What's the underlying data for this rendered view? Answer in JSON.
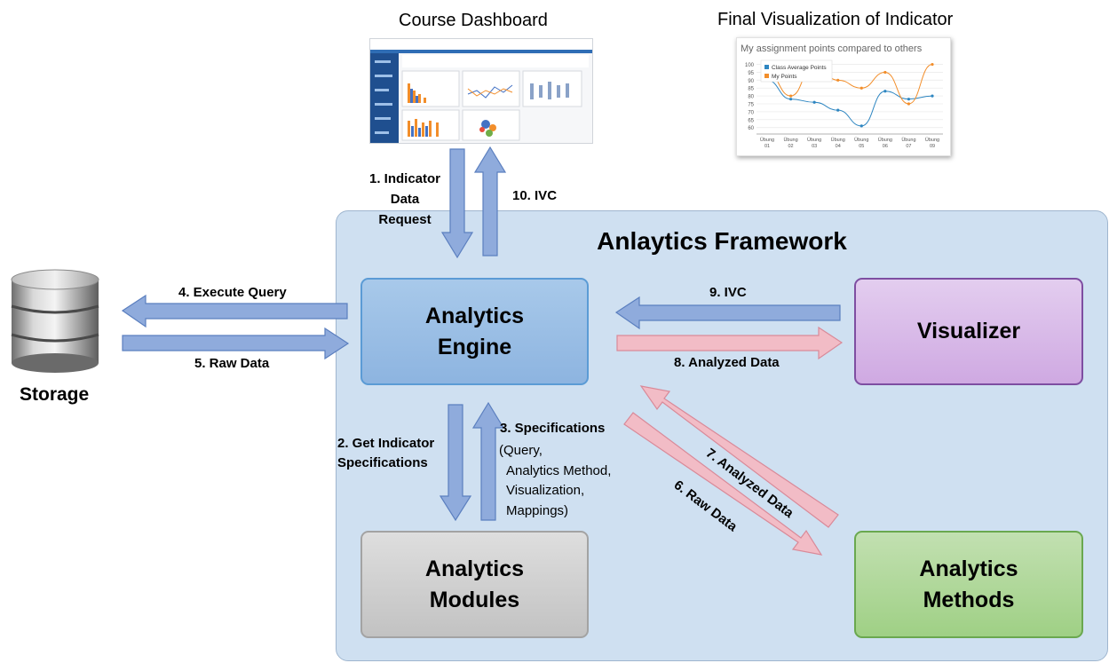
{
  "framework": {
    "title": "Anlaytics Framework"
  },
  "components": {
    "engine": "Analytics\nEngine",
    "visualizer": "Visualizer",
    "modules": "Analytics\nModules",
    "methods": "Analytics\nMethods"
  },
  "storage": {
    "label": "Storage"
  },
  "dashboard": {
    "title": "Course Dashboard"
  },
  "final_viz": {
    "title": "Final Visualization of Indicator",
    "chart_data": {
      "type": "line",
      "title": "My assignment points compared to others",
      "categories": [
        "Übung 01",
        "Übung 02",
        "Übung 03",
        "Übung 04",
        "Übung 05",
        "Übung 06",
        "Übung 07",
        "Übung 09"
      ],
      "yticks": [
        100,
        95,
        90,
        85,
        80,
        75,
        70,
        65,
        60
      ],
      "ylim": [
        57,
        102
      ],
      "series": [
        {
          "name": "Class Average Points",
          "color": "#2e86c1",
          "values": [
            90,
            78,
            76,
            71,
            61,
            83,
            78,
            80
          ]
        },
        {
          "name": "My Points",
          "color": "#f28e2b",
          "values": [
            95,
            80,
            100,
            90,
            85,
            95,
            75,
            100
          ]
        }
      ]
    }
  },
  "flows": {
    "f1": [
      "1. Indicator",
      "Data",
      "Request"
    ],
    "f10": "10. IVC",
    "f4": "4. Execute Query",
    "f5": "5. Raw Data",
    "f9": "9. IVC",
    "f8": "8. Analyzed Data",
    "f2": [
      "2. Get Indicator",
      "Specifications"
    ],
    "f3_title": "3. Specifications",
    "f3_lines": [
      "(Query,",
      "Analytics Method,",
      "Visualization,",
      "Mappings)"
    ],
    "f7": "7. Analyzed Data",
    "f6": "6. Raw Data"
  }
}
